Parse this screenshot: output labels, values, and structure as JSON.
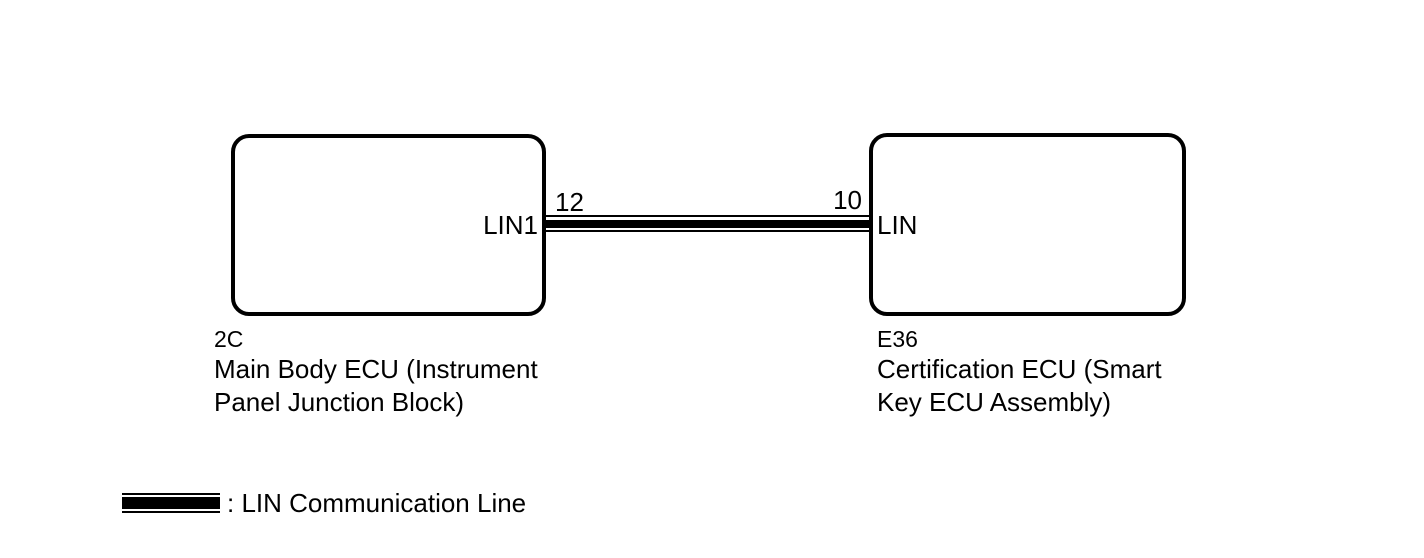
{
  "diagram": {
    "background_color": "#ffffff",
    "line_color": "#000000",
    "nodes": [
      {
        "id": "2C",
        "name": "Main Body ECU (Instrument Panel Junction Block)",
        "name_lines": [
          "Main Body ECU (Instrument",
          "Panel Junction Block)"
        ],
        "port": "LIN1",
        "pin": "12"
      },
      {
        "id": "E36",
        "name": "Certification ECU (Smart Key ECU Assembly)",
        "name_lines": [
          "Certification ECU (Smart",
          "Key ECU Assembly)"
        ],
        "port": "LIN",
        "pin": "10"
      }
    ],
    "connection": {
      "type": "LIN Communication Line",
      "from_pin": "12",
      "to_pin": "10"
    },
    "legend": {
      "label": ": LIN Communication Line"
    }
  }
}
